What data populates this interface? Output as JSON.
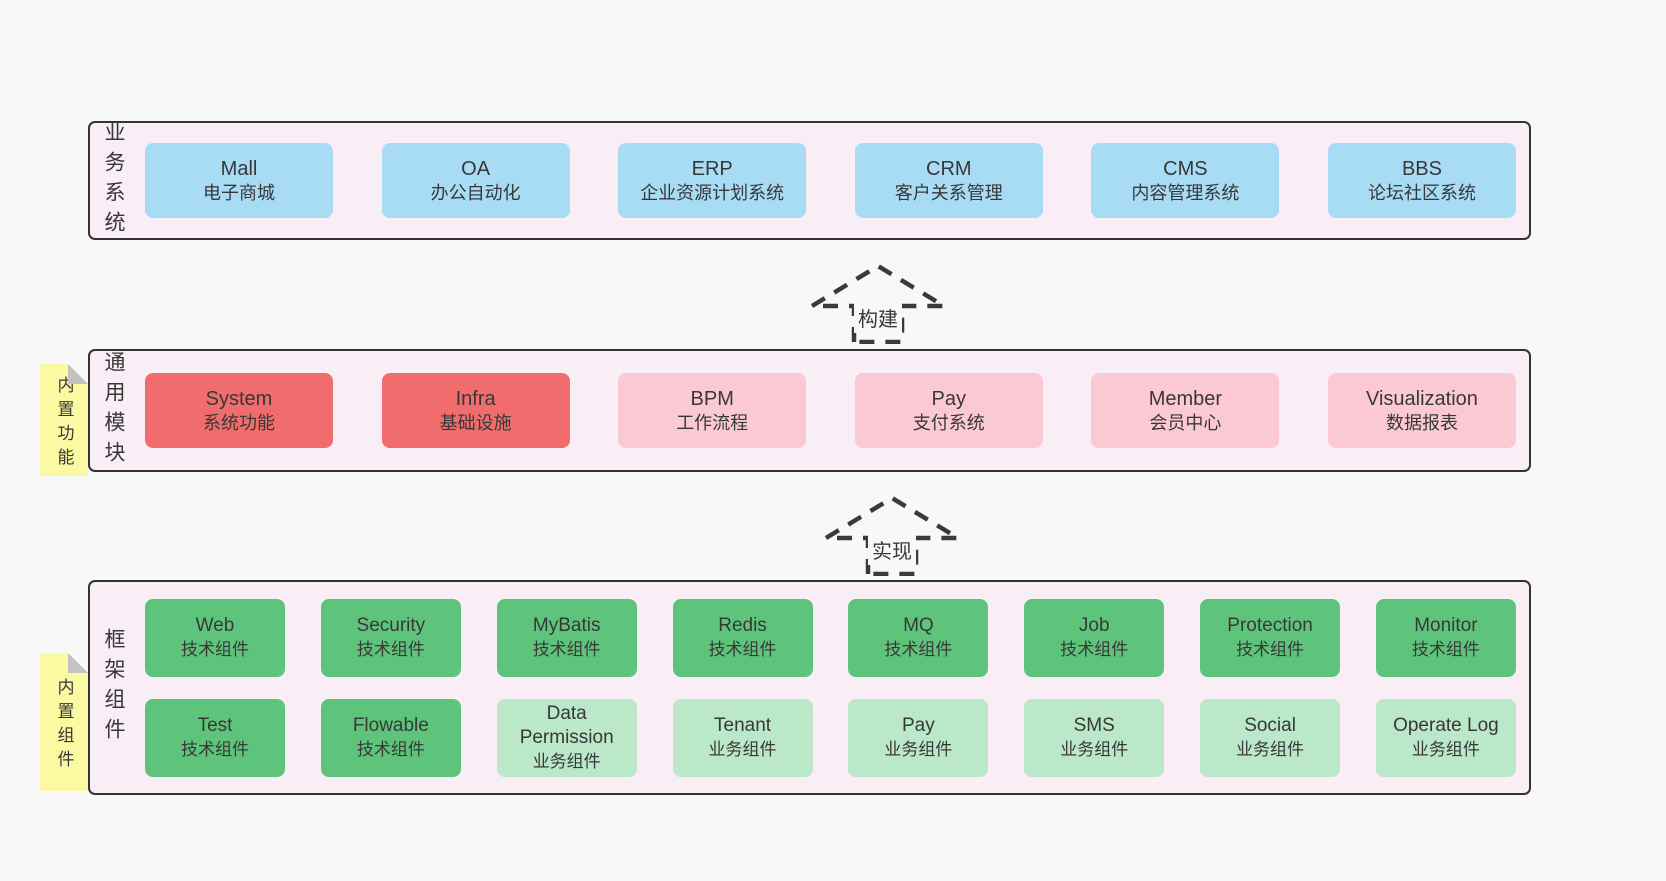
{
  "colors": {
    "page_bg": "#f8f8f8",
    "band_bg": "#f9edf6",
    "band_border": "#333333",
    "blue": "#a8dbf4",
    "red": "#f16c6c",
    "pink": "#fbc9d4",
    "green_dark": "#5fc47b",
    "green_light": "#bae8c8",
    "sticky": "#fbfaa2",
    "sticky_fold": "#c2c2c2",
    "text": "#383838"
  },
  "arrows": [
    {
      "label": "构建"
    },
    {
      "label": "实现"
    }
  ],
  "bands": [
    {
      "label": "业务系统",
      "rows": [
        [
          {
            "name": "Mall",
            "desc": "电子商城",
            "variant": "blue"
          },
          {
            "name": "OA",
            "desc": "办公自动化",
            "variant": "blue"
          },
          {
            "name": "ERP",
            "desc": "企业资源计划系统",
            "variant": "blue"
          },
          {
            "name": "CRM",
            "desc": "客户关系管理",
            "variant": "blue"
          },
          {
            "name": "CMS",
            "desc": "内容管理系统",
            "variant": "blue"
          },
          {
            "name": "BBS",
            "desc": "论坛社区系统",
            "variant": "blue"
          }
        ]
      ]
    },
    {
      "label": "通用模块",
      "sticky": "内置功能",
      "rows": [
        [
          {
            "name": "System",
            "desc": "系统功能",
            "variant": "red"
          },
          {
            "name": "Infra",
            "desc": "基础设施",
            "variant": "red"
          },
          {
            "name": "BPM",
            "desc": "工作流程",
            "variant": "pink"
          },
          {
            "name": "Pay",
            "desc": "支付系统",
            "variant": "pink"
          },
          {
            "name": "Member",
            "desc": "会员中心",
            "variant": "pink"
          },
          {
            "name": "Visualization",
            "desc": "数据报表",
            "variant": "pink"
          }
        ]
      ]
    },
    {
      "label": "框架组件",
      "sticky": "内置组件",
      "rows": [
        [
          {
            "name": "Web",
            "desc": "技术组件",
            "variant": "green_dark"
          },
          {
            "name": "Security",
            "desc": "技术组件",
            "variant": "green_dark"
          },
          {
            "name": "MyBatis",
            "desc": "技术组件",
            "variant": "green_dark"
          },
          {
            "name": "Redis",
            "desc": "技术组件",
            "variant": "green_dark"
          },
          {
            "name": "MQ",
            "desc": "技术组件",
            "variant": "green_dark"
          },
          {
            "name": "Job",
            "desc": "技术组件",
            "variant": "green_dark"
          },
          {
            "name": "Protection",
            "desc": "技术组件",
            "variant": "green_dark"
          },
          {
            "name": "Monitor",
            "desc": "技术组件",
            "variant": "green_dark"
          }
        ],
        [
          {
            "name": "Test",
            "desc": "技术组件",
            "variant": "green_dark"
          },
          {
            "name": "Flowable",
            "desc": "技术组件",
            "variant": "green_dark"
          },
          {
            "name": "Data Permission",
            "desc": "业务组件",
            "variant": "green_light"
          },
          {
            "name": "Tenant",
            "desc": "业务组件",
            "variant": "green_light"
          },
          {
            "name": "Pay",
            "desc": "业务组件",
            "variant": "green_light"
          },
          {
            "name": "SMS",
            "desc": "业务组件",
            "variant": "green_light"
          },
          {
            "name": "Social",
            "desc": "业务组件",
            "variant": "green_light"
          },
          {
            "name": "Operate Log",
            "desc": "业务组件",
            "variant": "green_light"
          }
        ]
      ]
    }
  ]
}
